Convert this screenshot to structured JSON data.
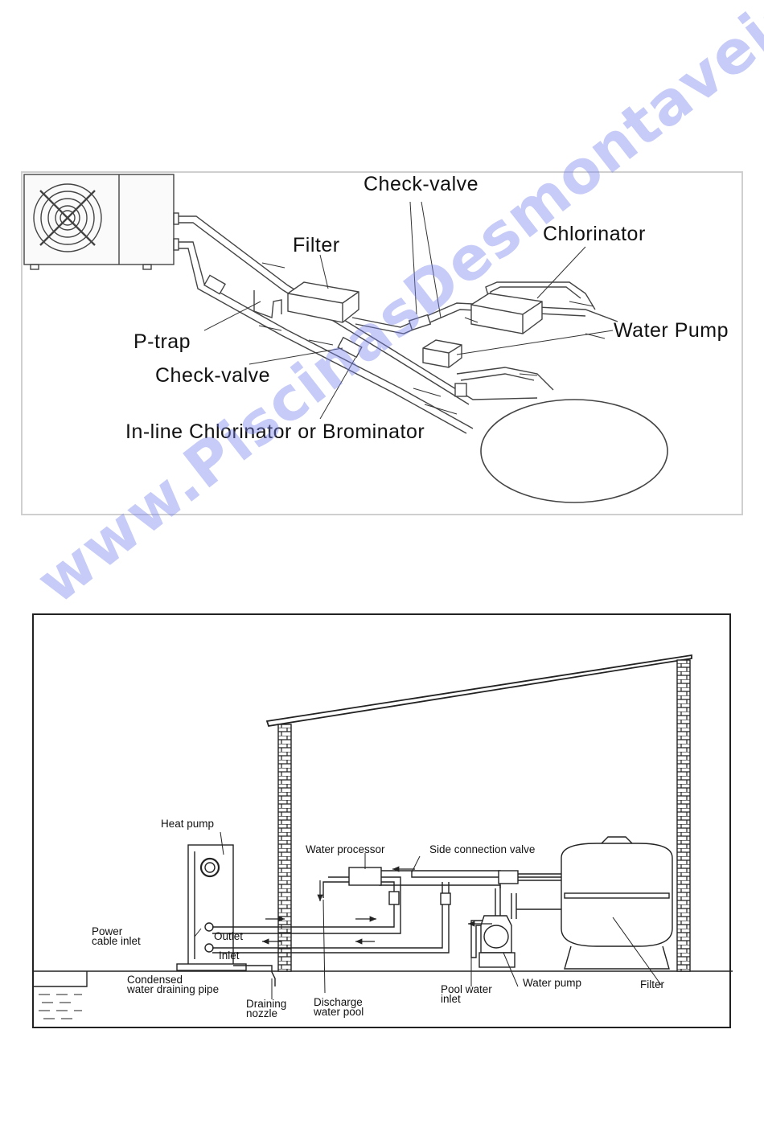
{
  "diagram_top": {
    "labels": {
      "check_valve_top": "Check-valve",
      "chlorinator": "Chlorinator",
      "filter": "Filter",
      "water_pump": "Water Pump",
      "p_trap": "P-trap",
      "check_valve_bottom": "Check-valve",
      "inline_chlorinator": "In-line Chlorinator or Brominator"
    }
  },
  "diagram_bottom": {
    "labels": {
      "heat_pump": "Heat pump",
      "water_processor": "Water processor",
      "side_connection_valve": "Side connection valve",
      "power_cable_inlet_1": "Power",
      "power_cable_inlet_2": "cable inlet",
      "outlet": "Outlet",
      "inlet": "Inlet",
      "condensed_1": "Condensed",
      "condensed_2": "water draining pipe",
      "draining_nozzle_1": "Draining",
      "draining_nozzle_2": "nozzle",
      "discharge_1": "Discharge",
      "discharge_2": "water pool",
      "pool_water_inlet_1": "Pool water",
      "pool_water_inlet_2": "inlet",
      "water_pump": "Water pump",
      "filter": "Filter"
    }
  },
  "watermark": "www.PiscinasDesmontaveis.pt",
  "colors": {
    "watermark": "#7882eb",
    "line": "#222222"
  }
}
